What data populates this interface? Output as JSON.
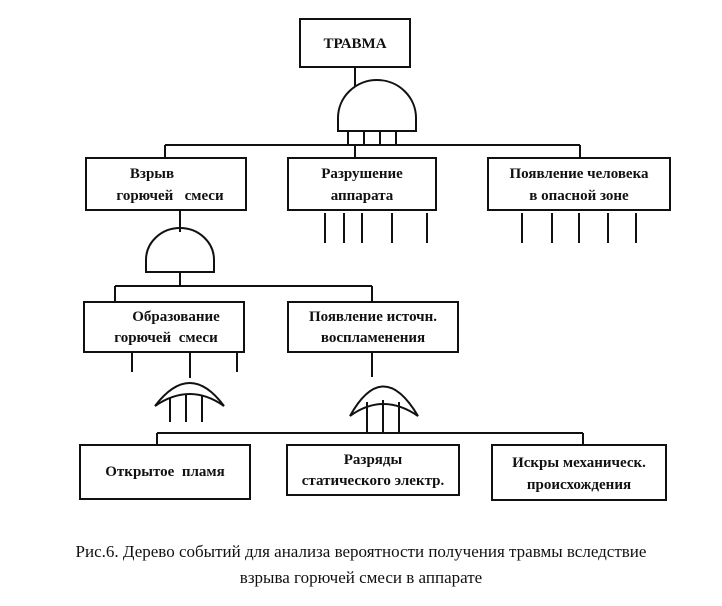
{
  "diagram": {
    "top": {
      "label": "ТРАВМА"
    },
    "level1": {
      "explosion": {
        "line1": "Взрыв",
        "line2": "горючей   смеси"
      },
      "destruction": {
        "line1": "Разрушение",
        "line2": "аппарата"
      },
      "person": {
        "line1": "Появление человека",
        "line2": "в опасной зоне"
      }
    },
    "level2": {
      "mixture": {
        "line1": "Образование",
        "line2": "горючей  смеси"
      },
      "ignition": {
        "line1": "Появление источн.",
        "line2": "воспламенения"
      }
    },
    "level3": {
      "flame": {
        "line1": "Открытое  пламя"
      },
      "static": {
        "line1": "Разряды",
        "line2": "статического электр."
      },
      "sparks": {
        "line1": "Искры механическ.",
        "line2": "происхождения"
      }
    },
    "gates": {
      "top": "AND",
      "explosion": "AND",
      "mixture": "OR",
      "ignition": "OR"
    }
  },
  "caption": {
    "line1": "Рис.6. Дерево событий для анализа вероятности получения травмы вследствие",
    "line2": "взрыва горючей смеси в аппарате"
  }
}
